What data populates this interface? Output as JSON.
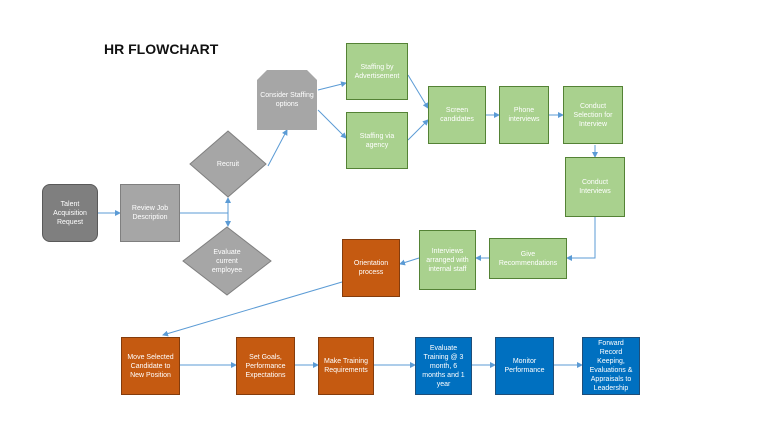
{
  "title": "HR FLOWCHART",
  "nodes": {
    "talent": "Talent Acquisition Request",
    "review": "Review Job Description",
    "recruit": "Recruit",
    "evaluate": "Evaluate current employee",
    "consider": "Consider Staffing options",
    "advert": "Staffing by Advertisement",
    "agency": "Staffing via agency",
    "screen": "Screen candidates",
    "phone": "Phone interviews",
    "conduct_selection": "Conduct Selection for Interview",
    "conduct_interviews": "Conduct Interviews",
    "give_rec": "Give Recommendations",
    "interviews_arranged": "Interviews arranged with internal staff",
    "orientation": "Orientation process",
    "move": "Move Selected Candidate to New Position",
    "set_goals": "Set Goals, Performance Expectations",
    "training_req": "Make Training Requirements",
    "eval_training": "Evaluate Training @ 3 month, 6 months and 1 year",
    "monitor": "Monitor Performance",
    "forward": "Forward Record Keeping, Evaluations & Appraisals to Leadership"
  },
  "colors": {
    "gray": "#a6a6a6",
    "green": "#a9d18e",
    "orange": "#c55a11",
    "blue": "#0070c0",
    "connector": "#5b9bd5"
  }
}
